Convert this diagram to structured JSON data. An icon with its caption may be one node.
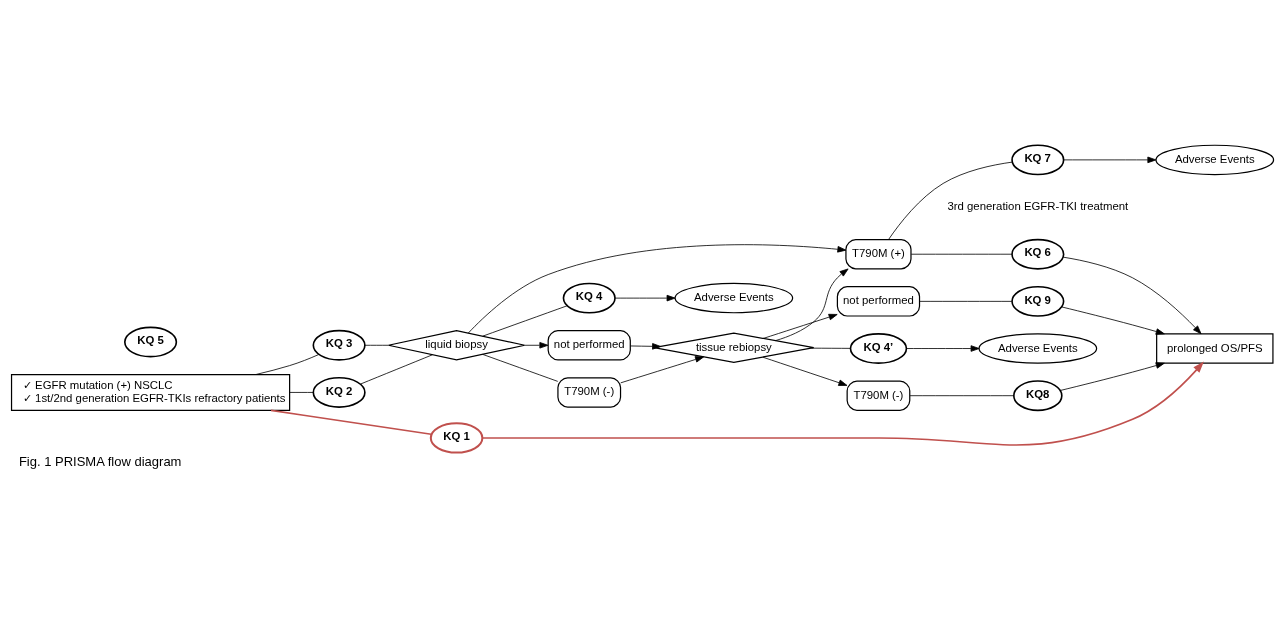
{
  "diagram": {
    "caption": "Fig. 1 PRISMA flow diagram",
    "nodes": [
      {
        "text": [
          "✓ EGFR mutation (+) NSCLC",
          "✓ 1st/2nd generation EGFR-TKIs refractory patients"
        ]
      },
      {
        "text": [
          "KQ 1"
        ]
      },
      {
        "text": [
          "KQ 2"
        ]
      },
      {
        "text": [
          "KQ 3"
        ]
      },
      {
        "text": [
          "liquid biopsy"
        ]
      },
      {
        "text": [
          "KQ 5"
        ]
      },
      {
        "text": [
          "T790M (+)"
        ]
      },
      {
        "text": [
          "KQ 6"
        ]
      },
      {
        "text": [
          "KQ 7"
        ]
      },
      {
        "text": [
          "Adverse Events"
        ]
      },
      {
        "text": [
          "T790M (-)"
        ]
      },
      {
        "text": [
          "tissue rebiopsy"
        ]
      },
      {
        "text": [
          "T790M (-)"
        ]
      },
      {
        "text": [
          "KQ8"
        ]
      },
      {
        "text": [
          "prolonged OS/PFS"
        ]
      },
      {
        "text": [
          "KQ 4"
        ]
      },
      {
        "text": [
          "Adverse Events"
        ]
      },
      {
        "text": [
          "KQ 4’"
        ]
      },
      {
        "text": [
          "Adverse Events"
        ]
      },
      {
        "text": [
          "not performed"
        ]
      },
      {
        "text": [
          "not performed"
        ]
      },
      {
        "text": [
          "KQ 9"
        ]
      }
    ],
    "edges": [
      {
        "from": 0,
        "to": 1,
        "arrow": "none",
        "color": "#c0504d"
      },
      {
        "from": 1,
        "to": 14,
        "arrow": "to",
        "color": "#c0504d"
      },
      {
        "from": 0,
        "to": 2,
        "arrow": "none"
      },
      {
        "from": 2,
        "to": 4,
        "arrow": "none"
      },
      {
        "from": 0,
        "to": 3,
        "arrow": "none"
      },
      {
        "from": 3,
        "to": 4,
        "arrow": "none"
      },
      {
        "from": 4,
        "to": 6,
        "arrow": "to"
      },
      {
        "from": 4,
        "to": 10,
        "arrow": "none"
      },
      {
        "from": 10,
        "to": 11,
        "arrow": "to"
      },
      {
        "from": 4,
        "to": 15,
        "arrow": "none"
      },
      {
        "from": 15,
        "to": 16,
        "arrow": "to"
      },
      {
        "from": 4,
        "to": 19,
        "arrow": "to"
      },
      {
        "from": 19,
        "to": 11,
        "arrow": "to"
      },
      {
        "from": 11,
        "to": 6,
        "arrow": "to"
      },
      {
        "from": 11,
        "to": 12,
        "arrow": "to"
      },
      {
        "from": 12,
        "to": 13,
        "arrow": "none"
      },
      {
        "from": 13,
        "to": 14,
        "arrow": "to"
      },
      {
        "from": 11,
        "to": 17,
        "arrow": "none"
      },
      {
        "from": 17,
        "to": 18,
        "arrow": "to"
      },
      {
        "from": 11,
        "to": 20,
        "arrow": "to"
      },
      {
        "from": 20,
        "to": 21,
        "arrow": "none"
      },
      {
        "from": 21,
        "to": 14,
        "arrow": "to"
      },
      {
        "from": 6,
        "to": 7,
        "arrow": "none"
      },
      {
        "from": 7,
        "to": 14,
        "arrow": "to"
      },
      {
        "from": 6,
        "to": 8,
        "arrow": "none"
      },
      {
        "from": 8,
        "to": 9,
        "arrow": "to"
      }
    ],
    "labels": [
      "3rd generation EGFR-TKI treatment"
    ]
  }
}
